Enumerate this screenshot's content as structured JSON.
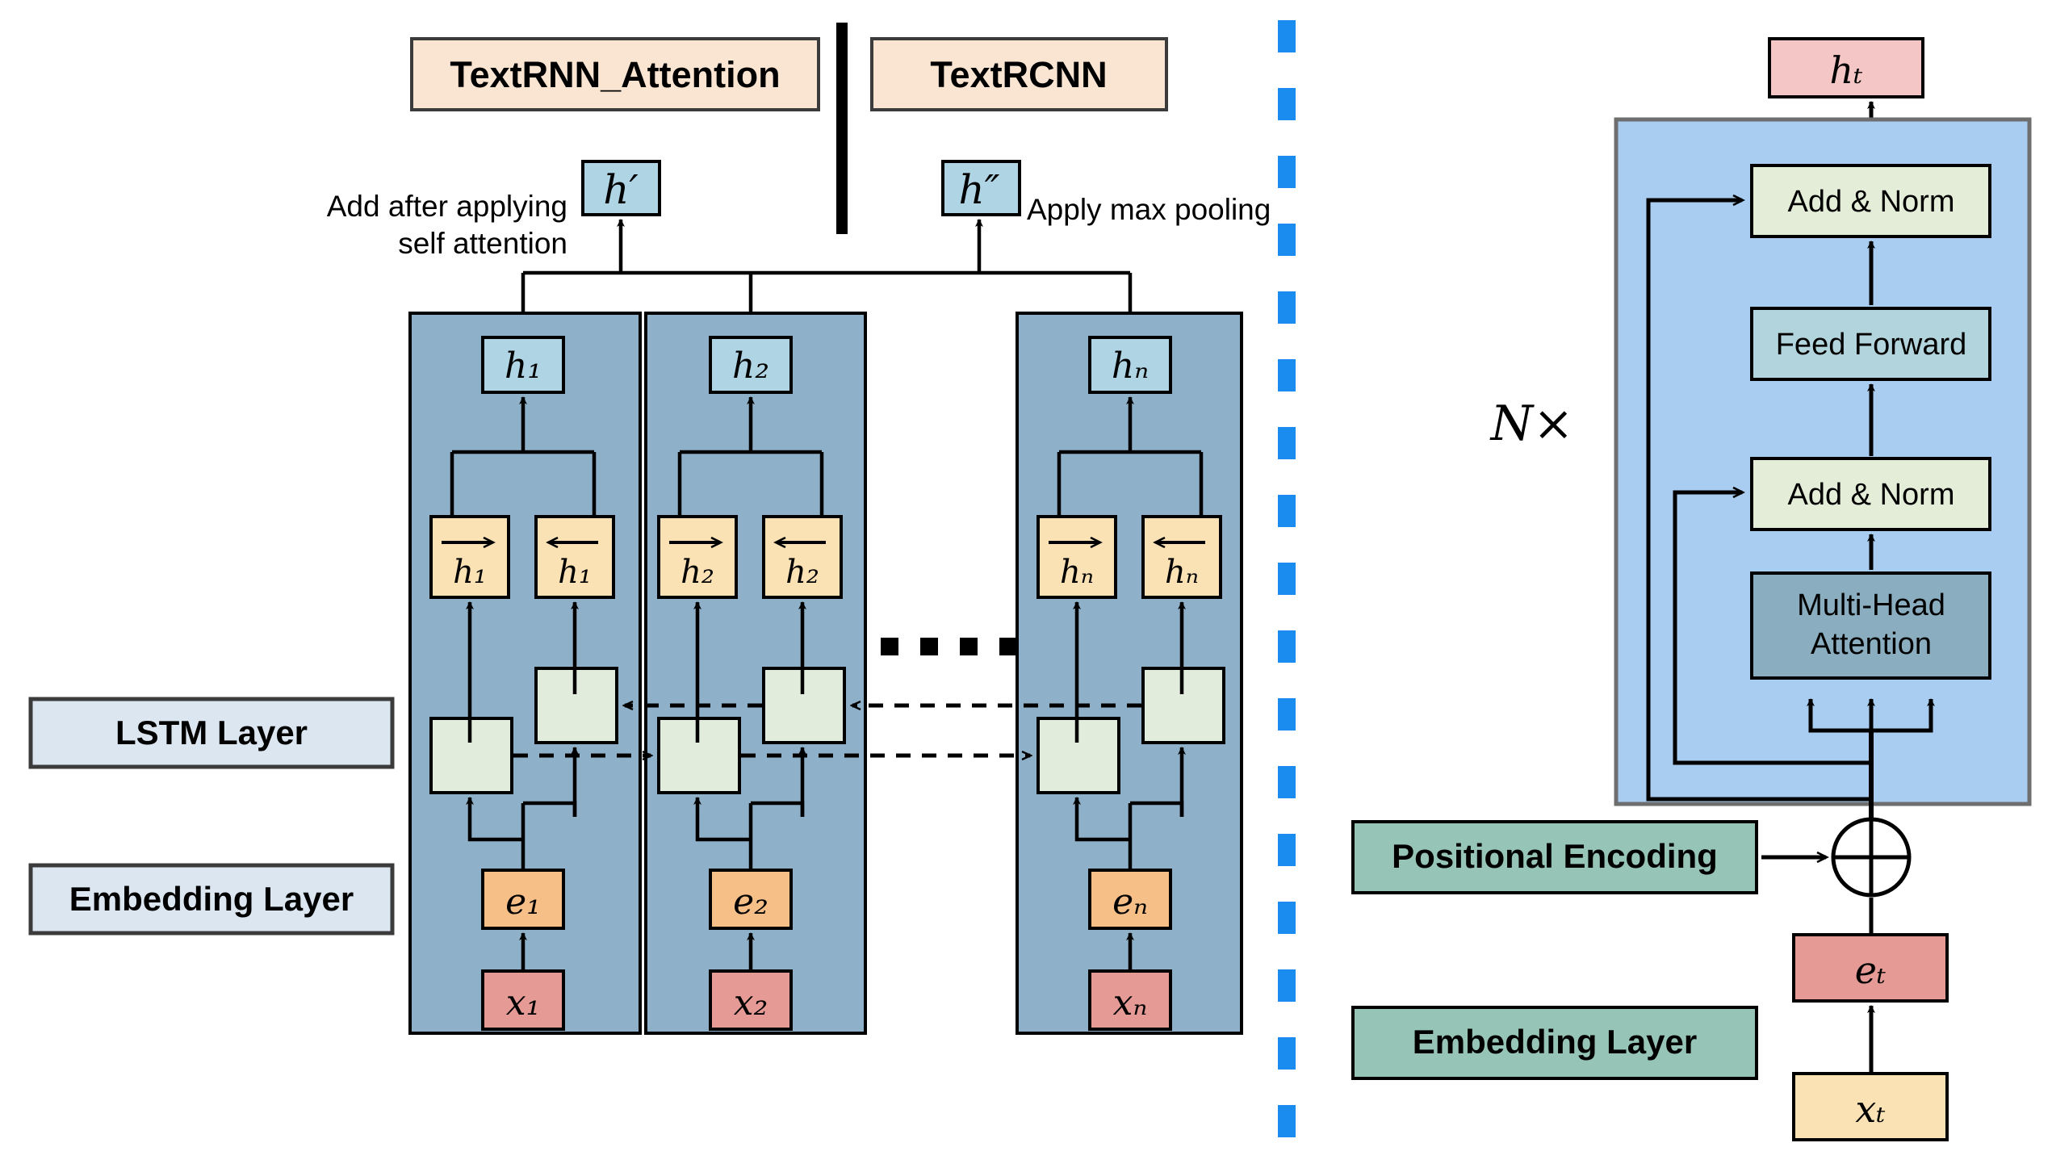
{
  "figure": {
    "title_left_model_a": "TextRNN_Attention",
    "title_left_model_b": "TextRCNN",
    "annotation_attention": "Add after applying",
    "annotation_attention_line2": "self attention",
    "annotation_pooling": "Apply max pooling",
    "output_a": "h′",
    "output_b": "h″",
    "repeat_label": "N×"
  },
  "legend": {
    "lstm_layer": "LSTM Layer",
    "embedding_layer": "Embedding Layer"
  },
  "lstm_columns": [
    {
      "hidden": "h₁",
      "forward": "h₁",
      "backward": "h₁",
      "embedding": "e₁",
      "input": "x₁"
    },
    {
      "hidden": "h₂",
      "forward": "h₂",
      "backward": "h₂",
      "embedding": "e₂",
      "input": "x₂"
    },
    {
      "hidden": "hₙ",
      "forward": "hₙ",
      "backward": "hₙ",
      "embedding": "eₙ",
      "input": "xₙ"
    }
  ],
  "ellipsis": "▪ ▪ ▪ ▪",
  "transformer": {
    "output": "hₜ",
    "add_norm_top": "Add & Norm",
    "feed_forward": "Feed Forward",
    "add_norm_bottom": "Add & Norm",
    "multi_head_attention_line1": "Multi-Head",
    "multi_head_attention_line2": "Attention",
    "positional_encoding": "Positional Encoding",
    "embedding_layer": "Embedding Layer",
    "embedding": "eₜ",
    "input": "xₜ",
    "sum_operator": "⊕"
  },
  "colors": {
    "title_box_fill": "#fae5d3",
    "title_box_stroke": "#3b3b3b",
    "legend_box_fill": "#dce6f1",
    "legend_box_stroke": "#3b3b3b",
    "column_panel_fill": "#8eb1c9",
    "column_panel_stroke": "#000000",
    "hidden_box_fill": "#afd4e3",
    "dir_box_fill": "#fae2b5",
    "lstm_cell_fill": "#e2ecdc",
    "embedding_box_fill": "#f7bf88",
    "input_box_fill": "#e59a95",
    "divider_blue": "#1a8cf0",
    "transformer_panel_fill": "#a8cdf0",
    "transformer_panel_stroke": "#6e6e6e",
    "ht_box_fill": "#f5c6c6",
    "add_norm_fill": "#e4edd8",
    "feed_forward_fill": "#b2d4dc",
    "mha_fill": "#8aadc0",
    "green_box_fill": "#96c4b6",
    "et_box_fill": "#e59a95",
    "xt_box_fill": "#fae2b5",
    "line": "#000000"
  }
}
